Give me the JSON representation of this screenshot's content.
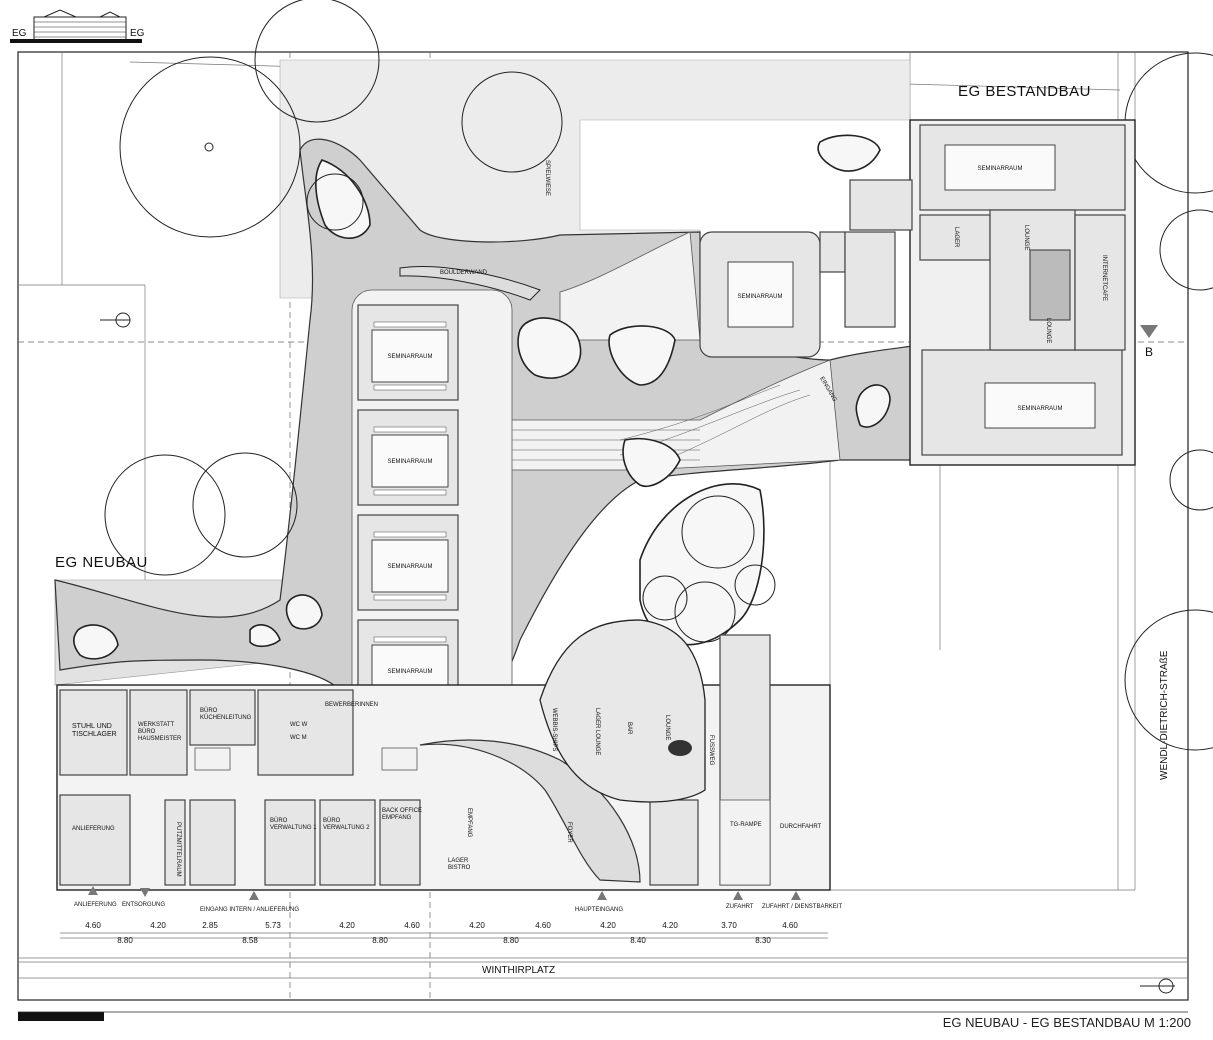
{
  "key_plan": {
    "left": "EG",
    "right": "EG"
  },
  "headings": {
    "bestandbau": "EG  BESTANDBAU",
    "neubau": "EG  NEUBAU",
    "section_marker": "B"
  },
  "streets": {
    "east": "WENDL-DIETRICH-STRAßE",
    "south": "WINTHIRPLATZ"
  },
  "rooms": {
    "seminar": "SEMINARRAUM",
    "boulder": "BOULDERWAND",
    "spielwiese": "SPIELWIESE",
    "lager": "LAGER",
    "lounge": "LOUNGE",
    "internetcafe": "INTERNETCAFE",
    "eingang": "EINGANG",
    "stuhl_1": "STUHL UND",
    "stuhl_2": "TISCHLAGER",
    "werkstatt_1": "WERKSTATT",
    "werkstatt_2": "BÜRO",
    "werkstatt_3": "HAUSMEISTER",
    "kueche_1": "BÜRO",
    "kueche_2": "KÜCHENLEITUNG",
    "wc_w": "WC W",
    "wc_m": "WC M",
    "bewerber": "BEWERBERINNEN",
    "anlieferung": "ANLIEFERUNG",
    "putzmittel": "PUTZMITTELRAUM",
    "buero_v1_1": "BÜRO",
    "buero_v1_2": "VERWALTUNG 1",
    "buero_v2_1": "BÜRO",
    "buero_v2_2": "VERWALTUNG 2",
    "backoffice_1": "BACK OFFICE",
    "backoffice_2": "EMPFANG",
    "empfang": "EMPFANG",
    "lager_bistro_1": "LAGER",
    "lager_bistro_2": "BISTRO",
    "foyer": "FOYER",
    "webbis": "WEBBIS-SHIPS",
    "lager_lounge": "LAGER LOUNGE",
    "bar": "BAR",
    "lounge2": "LOUNGE",
    "fussweg": "FUSSWEG",
    "tg_rampe": "TG-RAMPE",
    "durchfahrt": "DURCHFAHRT"
  },
  "access_labels": {
    "anlieferung": "ANLIEFERUNG",
    "entsorgung": "ENTSORGUNG",
    "eingang_intern": "EINGANG INTERN / ANLIEFERUNG",
    "haupteingang": "HAUPTEINGANG",
    "zufahrt": "ZUFAHRT",
    "zufahrt_dienst": "ZUFAHRT / DIENSTBARKEIT"
  },
  "dimensions": {
    "row1": [
      "4.60",
      "4.20",
      "2.85",
      "5.73",
      "4.20",
      "4.60",
      "4.20",
      "4.60",
      "4.20",
      "4.20",
      "3.70",
      "4.60"
    ],
    "row2": [
      "8.80",
      "8.58",
      "8.80",
      "8.80",
      "8.40",
      "8.30"
    ]
  },
  "title": "EG NEUBAU - EG BESTANDBAU M 1:200"
}
